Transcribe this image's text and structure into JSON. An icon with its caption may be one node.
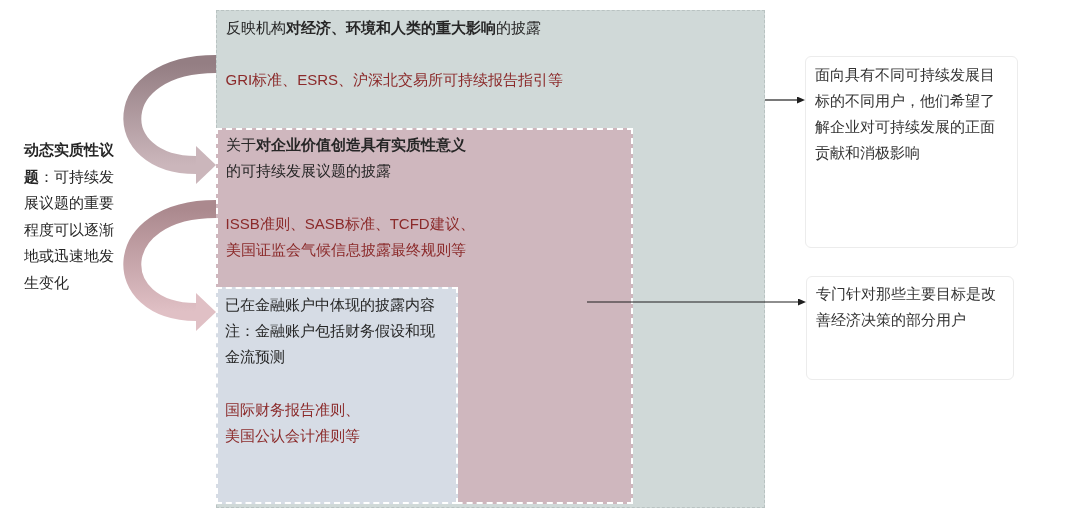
{
  "diagram": {
    "nodes": [
      {
        "text": [
          "反映机构**对经济、环境和人类的重大影响**的披露",
          "GRI标准、ESRS、沪深北交易所可持续报告指引等"
        ]
      },
      {
        "text": [
          "关于**对企业价值创造具有实质性意义**的可持续发展议题的披露",
          "ISSB准则、SASB标准、TCFD建议、美国证监会气候信息披露最终规则等"
        ],
        "in": 0
      },
      {
        "text": [
          "已在金融账户中体现的披露内容",
          "注：金融账户包括财务假设和现金流预测",
          "国际财务报告准则、美国公认会计准则等"
        ],
        "in": 1
      },
      {
        "text": [
          "面向具有不同可持续发展目标的不同用户，他们希望了解企业对可持续发展的正面贡献和消极影响"
        ]
      },
      {
        "text": [
          "专门针对那些主要目标是改善经济决策的部分用户"
        ]
      }
    ],
    "edges": [
      {
        "from": 0,
        "to": 1,
        "arrow": "to",
        "style": "thick",
        "color": "#b99da4"
      },
      {
        "from": 1,
        "to": 2,
        "arrow": "to",
        "style": "thick",
        "color": "#d6abb1"
      },
      {
        "from": 0,
        "to": 3,
        "arrow": "to"
      },
      {
        "from": 1,
        "to": 4,
        "arrow": "to"
      }
    ],
    "labels": [
      "**动态实质性议题**：可持续发展议题的重要程度可以逐渐地或迅速地发生变化"
    ]
  }
}
